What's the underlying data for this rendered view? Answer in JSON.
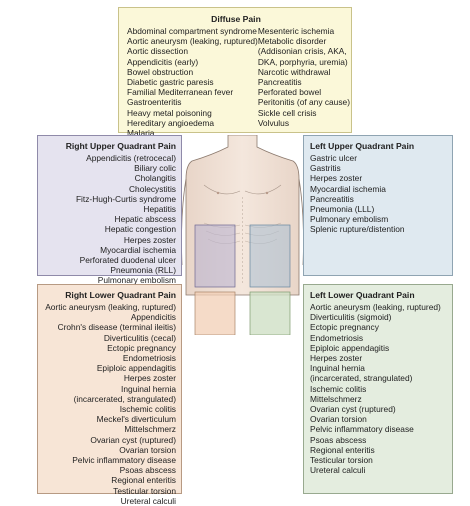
{
  "diffuse": {
    "title": "Diffuse Pain",
    "col1": [
      "Abdominal compartment syndrome",
      "Aortic aneurysm (leaking, ruptured)",
      "Aortic dissection",
      "Appendicitis (early)",
      "Bowel obstruction",
      "Diabetic gastric paresis",
      "Familial Mediterranean fever",
      "Gastroenteritis",
      "Heavy metal poisoning",
      "Hereditary angioedema",
      "Malaria"
    ],
    "col2": [
      "Mesenteric ischemia",
      "Metabolic disorder",
      "(Addisonian crisis, AKA,",
      "DKA, porphyria, uremia)",
      "Narcotic withdrawal",
      "Pancreatitis",
      "Perforated bowel",
      "Peritonitis (of any cause)",
      "Sickle cell crisis",
      "Volvulus"
    ]
  },
  "ruq": {
    "title": "Right Upper Quadrant Pain",
    "items": [
      "Appendicitis (retrocecal)",
      "Biliary colic",
      "Cholangitis",
      "Cholecystitis",
      "Fitz-Hugh-Curtis syndrome",
      "Hepatitis",
      "Hepatic abscess",
      "Hepatic congestion",
      "Herpes zoster",
      "Myocardial ischemia",
      "Perforated duodenal ulcer",
      "Pneumonia (RLL)",
      "Pulmonary embolism"
    ]
  },
  "luq": {
    "title": "Left Upper Quadrant Pain",
    "items": [
      "Gastric ulcer",
      "Gastritis",
      "Herpes zoster",
      "Myocardial ischemia",
      "Pancreatitis",
      "Pneumonia (LLL)",
      "Pulmonary embolism",
      "Splenic rupture/distention"
    ]
  },
  "rlq": {
    "title": "Right Lower Quadrant Pain",
    "items": [
      "Aortic aneurysm (leaking, ruptured)",
      "Appendicitis",
      "Crohn's disease (terminal ileitis)",
      "Diverticulitis (cecal)",
      "Ectopic pregnancy",
      "Endometriosis",
      "Epiploic appendagitis",
      "Herpes zoster",
      "Inguinal hernia",
      "(incarcerated, strangulated)",
      "Ischemic colitis",
      "Meckel's diverticulum",
      "Mittelschmerz",
      "Ovarian cyst (ruptured)",
      "Ovarian torsion",
      "Pelvic inflammatory disease",
      "Psoas abscess",
      "Regional enteritis",
      "Testicular torsion",
      "Ureteral calculi"
    ]
  },
  "llq": {
    "title": "Left Lower Quadrant Pain",
    "items": [
      "Aortic aneurysm (leaking, ruptured)",
      "Diverticulitis (sigmoid)",
      "Ectopic pregnancy",
      "Endometriosis",
      "Epiploic appendagitis",
      "Herpes zoster",
      "Inguinal hernia",
      "  (incarcerated, strangulated)",
      "Ischemic colitis",
      "Mittelschmerz",
      "Ovarian cyst (ruptured)",
      "Ovarian torsion",
      "Pelvic inflammatory disease",
      "Psoas abscess",
      "Regional enteritis",
      "Testicular torsion",
      "Ureteral calculi"
    ]
  },
  "colors": {
    "diffuse": "#fbf8d9",
    "ruq": "#e5e3ef",
    "luq": "#dfe9f0",
    "rlq": "#f7e5d6",
    "llq": "#e4eddf"
  }
}
